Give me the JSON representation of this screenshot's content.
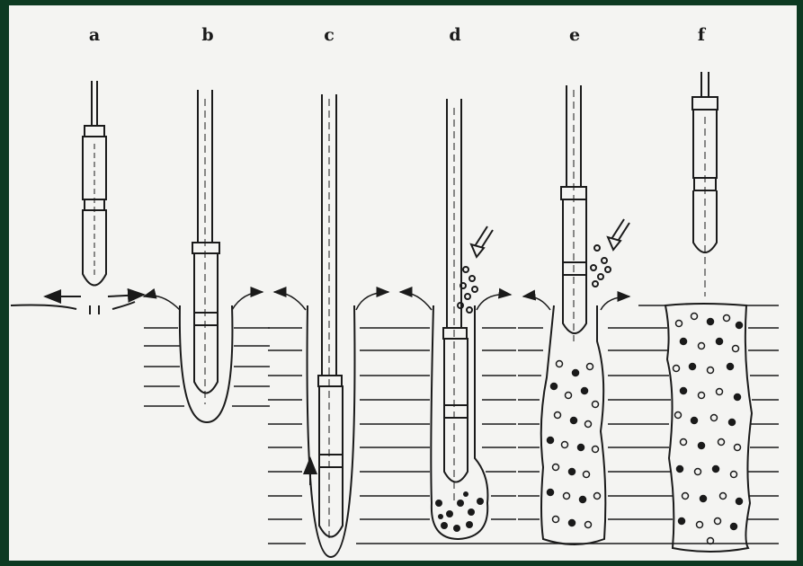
{
  "figure": {
    "stage_labels": [
      "a",
      "b",
      "c",
      "d",
      "e",
      "f"
    ]
  },
  "colors": {
    "background_frame": "#0d3a22",
    "paper": "#f4f4f2",
    "ink": "#1a1a1a"
  }
}
